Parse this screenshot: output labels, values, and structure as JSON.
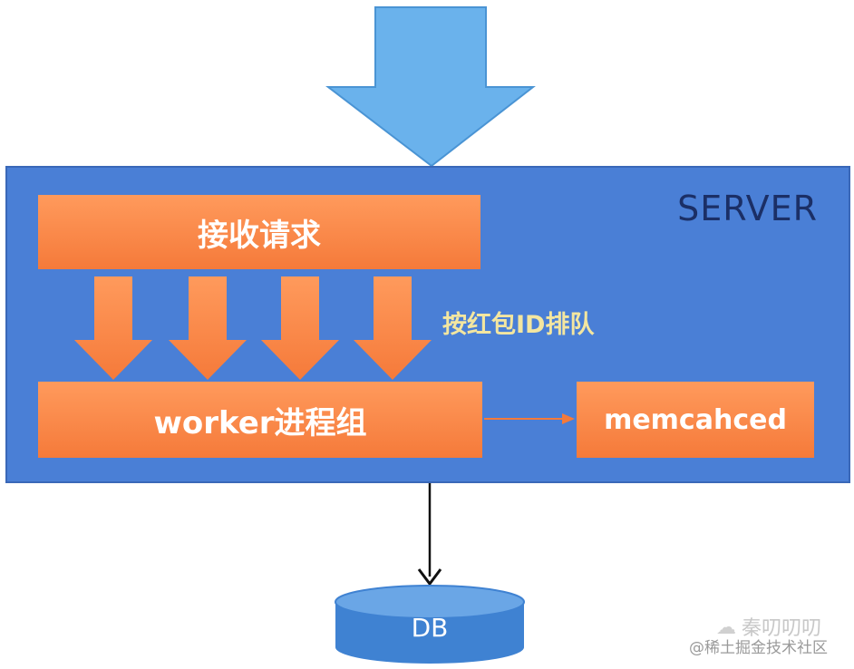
{
  "server": {
    "label": "SERVER"
  },
  "receive": {
    "label": "接收请求"
  },
  "queue": {
    "label": "按红包ID排队"
  },
  "worker": {
    "label": "worker进程组"
  },
  "memcache": {
    "label": "memcahced"
  },
  "db": {
    "label": "DB"
  },
  "watermark": {
    "line1": "秦叨叨叨",
    "line2": "@稀土掘金技术社区"
  },
  "colors": {
    "server_bg": "#4a7fd6",
    "box_orange": "#f7864a",
    "top_arrow": "#6ab2ec",
    "queue_text": "#f3e6a0",
    "db_fill": "#3f82d2"
  }
}
